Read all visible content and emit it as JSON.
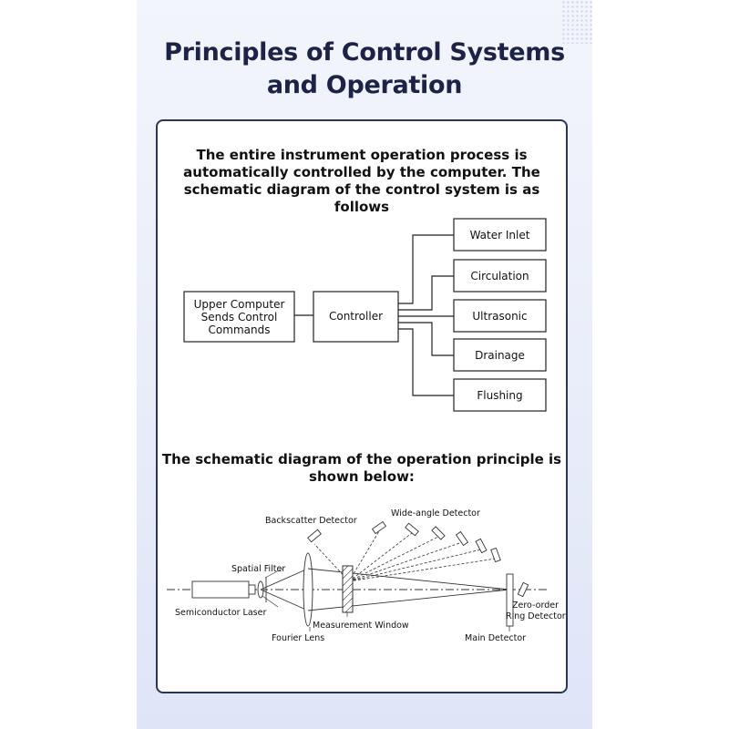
{
  "title": {
    "line1": "Principles of Control Systems",
    "line2": "and Operation"
  },
  "control_section": {
    "intro_lines": [
      "The entire instrument operation process is",
      "automatically controlled by the computer. The",
      "schematic diagram of the control system is as follows"
    ],
    "upper_computer_lines": [
      "Upper Computer",
      "Sends Control",
      "Commands"
    ],
    "controller": "Controller",
    "outputs": [
      "Water Inlet",
      "Circulation",
      "Ultrasonic",
      "Drainage",
      "Flushing"
    ]
  },
  "operation_section": {
    "intro_lines": [
      "The schematic diagram of the operation principle is",
      "shown below:"
    ],
    "labels": {
      "backscatter_detector": "Backscatter Detector",
      "wide_angle_detector": "Wide-angle Detector",
      "spatial_filter": "Spatial Filter",
      "semiconductor_laser": "Semiconductor Laser",
      "fourier_lens": "Fourier Lens",
      "measurement_window": "Measurement Window",
      "main_detector": "Main Detector",
      "zero_order_line1": "Zero-order",
      "zero_order_line2": "Ring Detector"
    }
  }
}
